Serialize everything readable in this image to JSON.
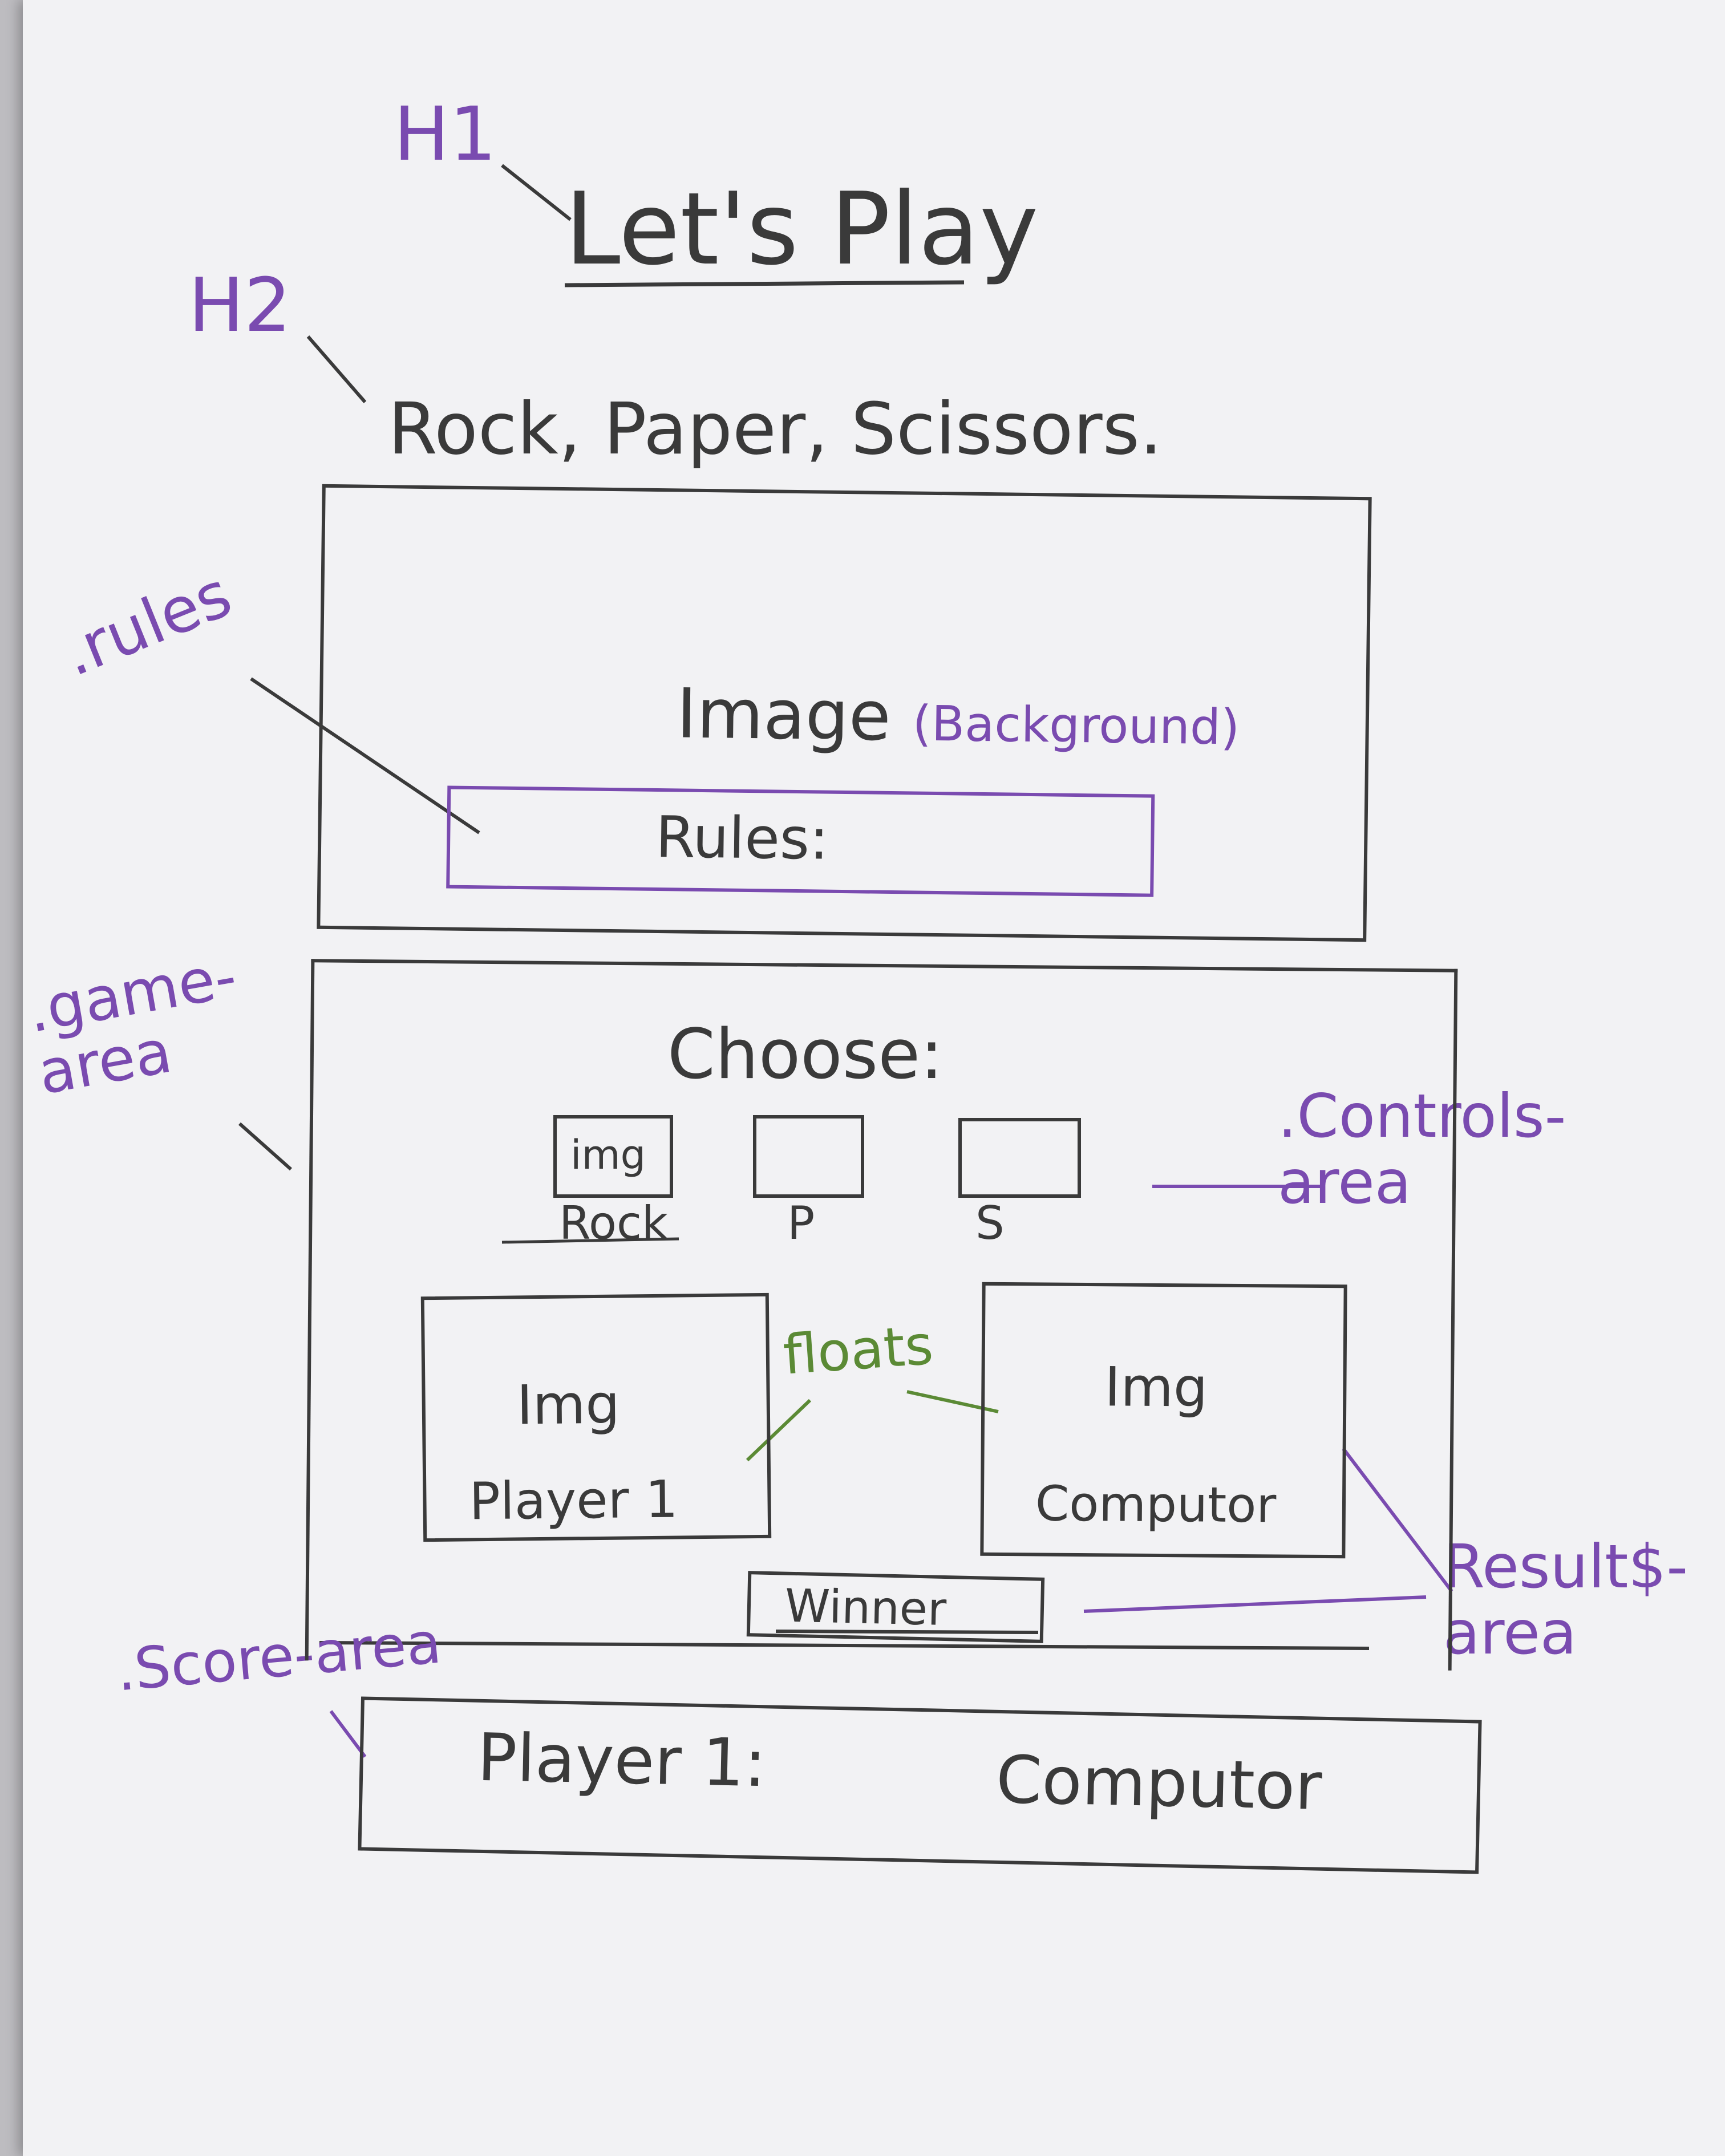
{
  "annotations": {
    "h1_tag": "H1",
    "h2_tag": "H2",
    "rules_class": ".rules",
    "game_area_class": ".game-area",
    "controls_area_class": ".Controls-area",
    "result_area_class": "Result$-area",
    "score_area_class": ".Score-area",
    "floats_note": "floats"
  },
  "header": {
    "title": "Let's Play",
    "subtitle": "Rock, Paper, Scissors."
  },
  "rules": {
    "image_label": "Image",
    "image_note": "(Background)",
    "rules_label": "Rules:"
  },
  "game": {
    "choose_label": "Choose:",
    "choices": [
      {
        "img_label": "img",
        "label": "Rock"
      },
      {
        "img_label": "",
        "label": "P"
      },
      {
        "img_label": "",
        "label": "S"
      }
    ],
    "player_img": "Img",
    "player_label": "Player 1",
    "computer_img": "Img",
    "computer_label": "Computor",
    "winner_label": "Winner"
  },
  "score": {
    "player_label": "Player 1:",
    "computer_label": "Computor"
  },
  "colors": {
    "ink": "#3a3a3a",
    "annotation": "#7a4bb0",
    "floats": "#5b8a35",
    "paper": "#f2f2f4"
  }
}
